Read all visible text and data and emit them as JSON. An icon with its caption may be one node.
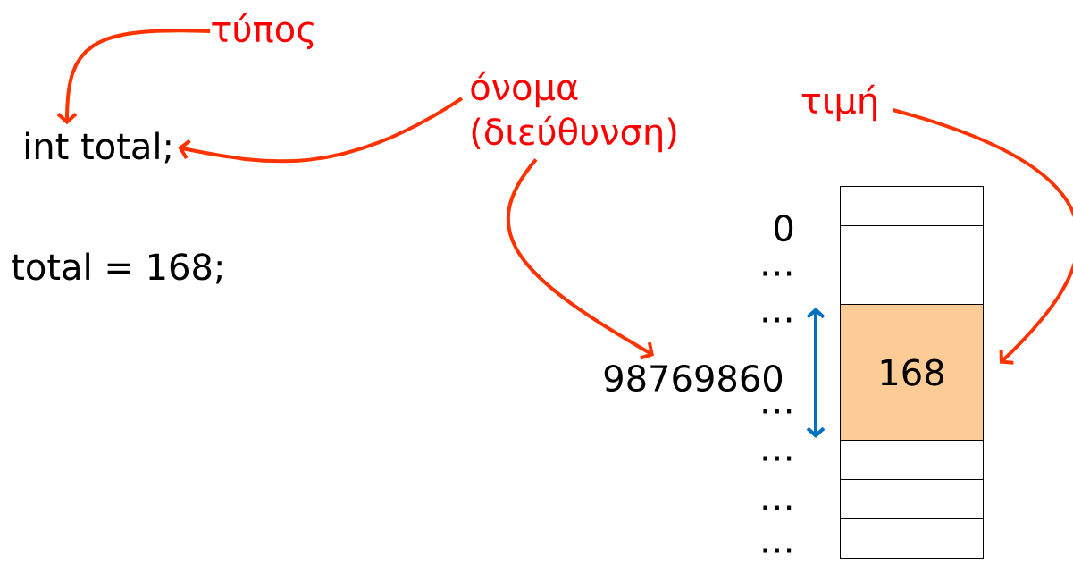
{
  "diagram": {
    "nodes": [
      {
        "text": [
          "τύπος"
        ]
      },
      {
        "text": [
          "int total;"
        ]
      },
      {
        "text": [
          "όνομα (διεύθυνση)"
        ]
      },
      {
        "text": [
          "τιμή"
        ]
      },
      {
        "text": [
          "98769860"
        ]
      },
      {
        "text": [],
        "shape": "box"
      },
      {
        "text": [],
        "shape": "box"
      },
      {
        "text": [],
        "shape": "box"
      },
      {
        "text": [
          "168"
        ]
      },
      {
        "text": [],
        "shape": "box"
      },
      {
        "text": [],
        "shape": "box"
      },
      {
        "text": [],
        "shape": "box"
      }
    ],
    "edges": [
      {
        "from": 0,
        "to": 1,
        "arrow": "to"
      },
      {
        "from": 2,
        "to": 1,
        "arrow": "to"
      },
      {
        "from": 2,
        "to": 4,
        "arrow": "to"
      },
      {
        "from": 3,
        "to": 8,
        "arrow": "to"
      }
    ],
    "labels": [
      "total = 168;",
      "0",
      "…",
      "…",
      "…",
      "…",
      "…",
      "…"
    ]
  }
}
